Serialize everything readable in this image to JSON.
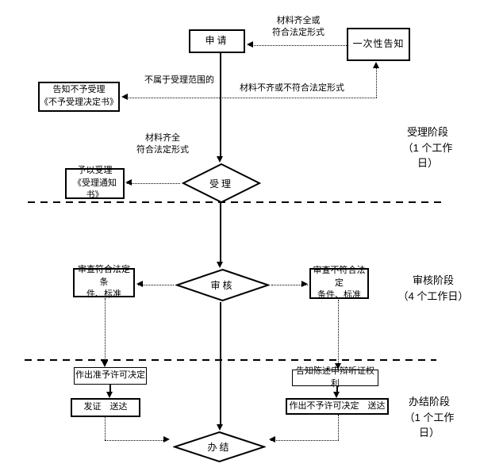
{
  "nodes": {
    "apply": "申请",
    "one_time_notice": "一次性告知",
    "reject_notice": "告知不予受理\n《不予受理决定书》",
    "accept": "受理",
    "accept_notice": "予以受理\n《受理通知书》",
    "review": "审核",
    "review_pass": "审查符合法定条\n件、标准",
    "review_fail": "审查不符合法定\n条件、标准",
    "grant_decision": "作出准予许可决定",
    "issue_deliver": "发证　送达",
    "inform_rights": "告知陈述申辩听证权利",
    "deny_decision": "作出不予许可决定　送达",
    "complete": "办结"
  },
  "edge_labels": {
    "materials_ok_top": "材料齐全或\n符合法定形式",
    "not_in_scope": "不属于受理范围的",
    "materials_incomplete": "材料不齐或不符合法定形式",
    "materials_ok_mid": "材料齐全\n符合法定形式"
  },
  "stages": {
    "accept_stage": "受理阶段\n（1 个工作\n日）",
    "review_stage": "审核阶段\n（4 个工作日）",
    "complete_stage": "办结阶段\n（1 个工作\n日）"
  },
  "colors": {
    "line": "#000000",
    "background": "#ffffff",
    "text": "#000000"
  }
}
